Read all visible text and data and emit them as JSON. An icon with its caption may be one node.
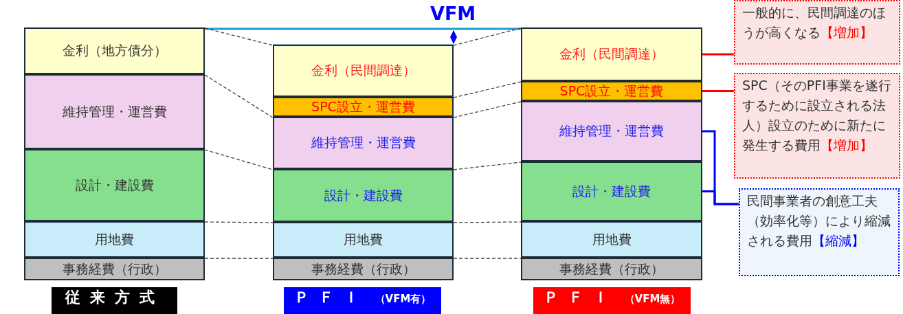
{
  "diagram": {
    "nodes": [
      {
        "text": [
          "金利（地方債分）"
        ]
      },
      {
        "text": [
          "維持管理・運営費"
        ]
      },
      {
        "text": [
          "設計・建設費"
        ]
      },
      {
        "text": [
          "用地費"
        ]
      },
      {
        "text": [
          "事務経費（行政）"
        ]
      },
      {
        "text": [
          "金利（民間調達）"
        ]
      },
      {
        "text": [
          "SPC設立・運営費"
        ]
      },
      {
        "text": [
          "維持管理・運営費"
        ]
      },
      {
        "text": [
          "設計・建設費"
        ]
      },
      {
        "text": [
          "用地費"
        ]
      },
      {
        "text": [
          "事務経費（行政）"
        ]
      },
      {
        "text": [
          "金利（民間調達）"
        ]
      },
      {
        "text": [
          "SPC設立・運営費"
        ]
      },
      {
        "text": [
          "維持管理・運営費"
        ]
      },
      {
        "text": [
          "設計・建設費"
        ]
      },
      {
        "text": [
          "用地費"
        ]
      },
      {
        "text": [
          "事務経費（行政）"
        ]
      },
      {
        "text": [
          "一般的に、民間調達のほうが高くなる",
          "【増加】"
        ]
      },
      {
        "text": [
          "SPC（そのPFI事業を遂行するために設立される法人）設立のために新たに発生する費用",
          "【増加】"
        ]
      },
      {
        "text": [
          "民間事業者の創意工夫（効率化等）により縮減される費用",
          "【縮減】"
        ]
      },
      {
        "text": [
          "従来方式"
        ]
      },
      {
        "text": [
          "ＰＦＩ",
          "（VFM有）"
        ]
      },
      {
        "text": [
          "ＰＦＩ",
          "（VFM無）"
        ]
      }
    ],
    "edges": [
      {
        "from": 0,
        "to": 5,
        "arrow": "none",
        "style": "dashed"
      },
      {
        "from": 1,
        "to": 7,
        "arrow": "none",
        "style": "dashed"
      },
      {
        "from": 2,
        "to": 8,
        "arrow": "none",
        "style": "dashed"
      },
      {
        "from": 3,
        "to": 9,
        "arrow": "none",
        "style": "dashed"
      },
      {
        "from": 4,
        "to": 10,
        "arrow": "none",
        "style": "dashed"
      },
      {
        "from": 5,
        "to": 11,
        "arrow": "none",
        "style": "dashed"
      },
      {
        "from": 6,
        "to": 12,
        "arrow": "none",
        "style": "dashed"
      },
      {
        "from": 7,
        "to": 13,
        "arrow": "none",
        "style": "dashed"
      },
      {
        "from": 8,
        "to": 14,
        "arrow": "none",
        "style": "dashed"
      },
      {
        "from": 9,
        "to": 15,
        "arrow": "none",
        "style": "dashed"
      },
      {
        "from": 10,
        "to": 16,
        "arrow": "none",
        "style": "dashed"
      },
      {
        "from": 11,
        "to": 17,
        "arrow": "other",
        "color": "#ff0000"
      },
      {
        "from": 12,
        "to": 18,
        "arrow": "other",
        "color": "#ff0000"
      },
      {
        "from": 13,
        "to": 19,
        "arrow": "other",
        "color": "#0000ff"
      },
      {
        "from": 14,
        "to": 19,
        "arrow": "other",
        "color": "#0000ff"
      }
    ],
    "labels": [
      "VFM"
    ]
  }
}
